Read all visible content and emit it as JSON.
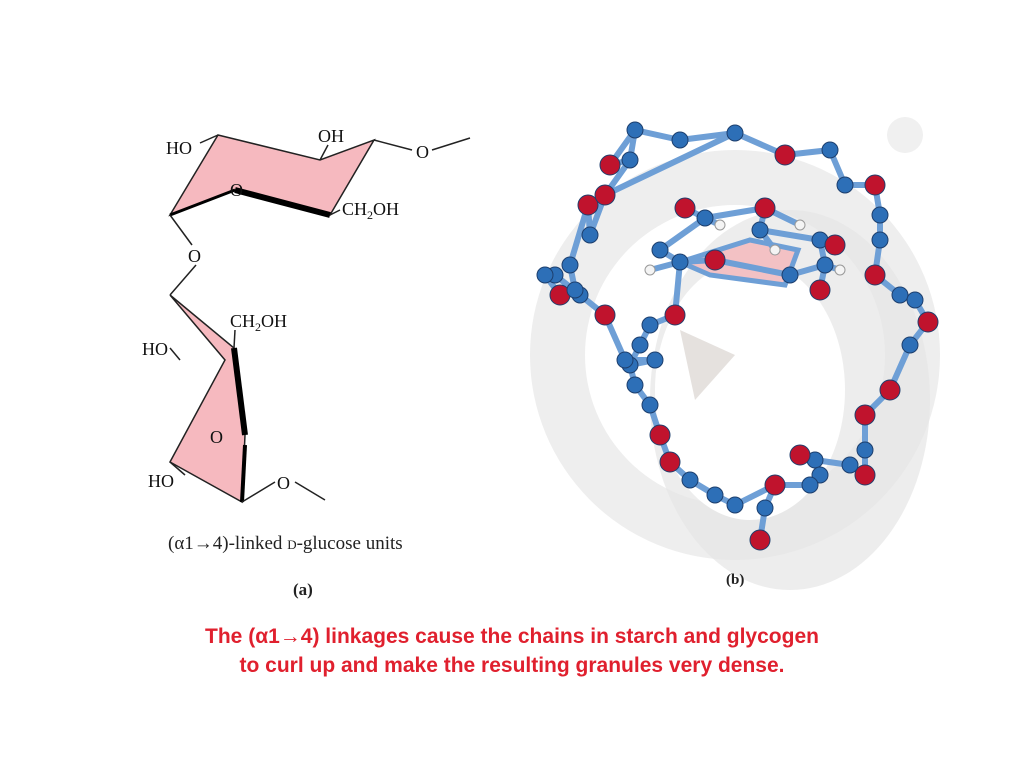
{
  "panel_a": {
    "atom_labels": {
      "ho_top": "HO",
      "oh_top": "OH",
      "o_right": "O",
      "o_ring_top": "O",
      "ch2oh_top": "CH",
      "ch2oh_top_sub": "2",
      "ch2oh_top_end": "OH",
      "o_link": "O",
      "ch2oh_bottom": "CH",
      "ch2oh_bottom_sub": "2",
      "ch2oh_bottom_end": "OH",
      "ho_mid": "HO",
      "o_ring_bottom": "O",
      "ho_bottom": "HO",
      "o_bottom": "O"
    },
    "caption_prefix": "(α1→4)-linked ",
    "caption_smallcaps": "D",
    "caption_suffix": "-glucose units",
    "panel_label": "(a)"
  },
  "panel_b": {
    "panel_label": "(b)"
  },
  "colors": {
    "ring_fill": "#f6b9bf",
    "ring_edge": "#000000",
    "atom_blue": "#2d6fb7",
    "atom_red": "#c0132d",
    "bond_blue": "#6e9fd6",
    "background_disc": "#ececec",
    "caption_red": "#e0202e"
  },
  "bottom_caption": {
    "line1": "The (α1→4) linkages cause the chains in starch and glycogen",
    "line2": "to curl up and make the resulting granules very dense."
  }
}
